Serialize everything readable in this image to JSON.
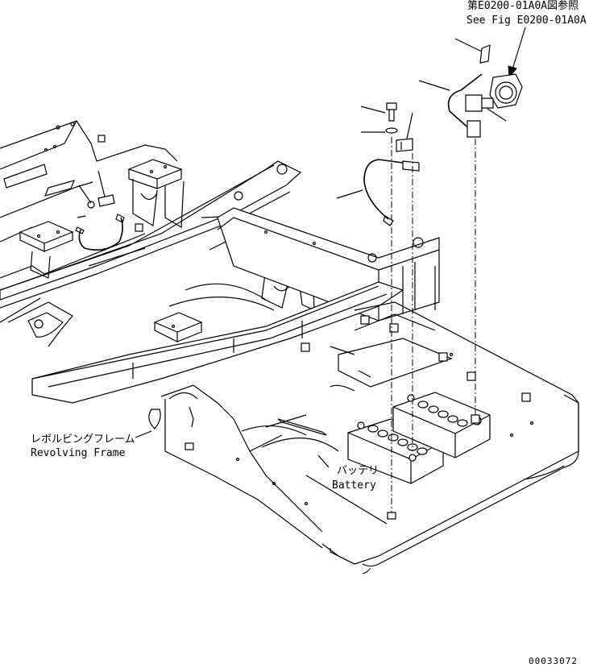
{
  "reference": {
    "line_jp": "第E0200-01A0A図参照",
    "line_en": "See Fig E0200-01A0A"
  },
  "labels": {
    "revolving_frame_jp": "レボルビングフレーム",
    "revolving_frame_en": "Revolving Frame",
    "battery_jp": "バッテリ",
    "battery_en": "Battery"
  },
  "drawing_number": "00033072"
}
